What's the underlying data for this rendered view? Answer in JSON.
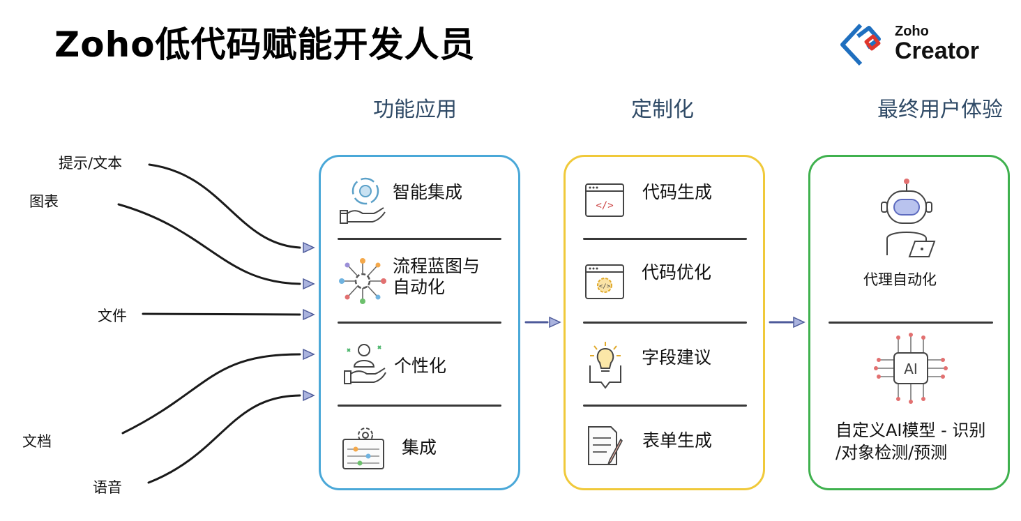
{
  "title": "Zoho低代码赋能开发人员",
  "logo": {
    "line1": "Zoho",
    "line2": "Creator"
  },
  "inputs": [
    "提示/文本",
    "图表",
    "文件",
    "文档",
    "语音"
  ],
  "columns": [
    {
      "heading": "功能应用",
      "border_color": "#4aa8d8",
      "items": [
        {
          "label": "智能集成",
          "icon": "gear-hand-icon"
        },
        {
          "label_line1": "流程蓝图与",
          "label_line2": "自动化",
          "icon": "workflow-hub-icon"
        },
        {
          "label": "个性化",
          "icon": "user-hand-icon"
        },
        {
          "label": "集成",
          "icon": "settings-panel-icon"
        }
      ]
    },
    {
      "heading": "定制化",
      "border_color": "#f0c93a",
      "items": [
        {
          "label": "代码生成",
          "icon": "code-window-icon"
        },
        {
          "label": "代码优化",
          "icon": "code-gear-window-icon"
        },
        {
          "label": "字段建议",
          "icon": "lightbulb-icon"
        },
        {
          "label": "表单生成",
          "icon": "form-document-icon"
        }
      ]
    },
    {
      "heading": "最终用户体验",
      "border_color": "#3fb14e",
      "items": [
        {
          "label": "代理自动化",
          "icon": "robot-icon"
        },
        {
          "label_line1": "自定义AI模型 - 识别",
          "label_line2": "/对象检测/预测",
          "icon": "ai-chip-icon",
          "chip_text": "AI"
        }
      ]
    }
  ]
}
